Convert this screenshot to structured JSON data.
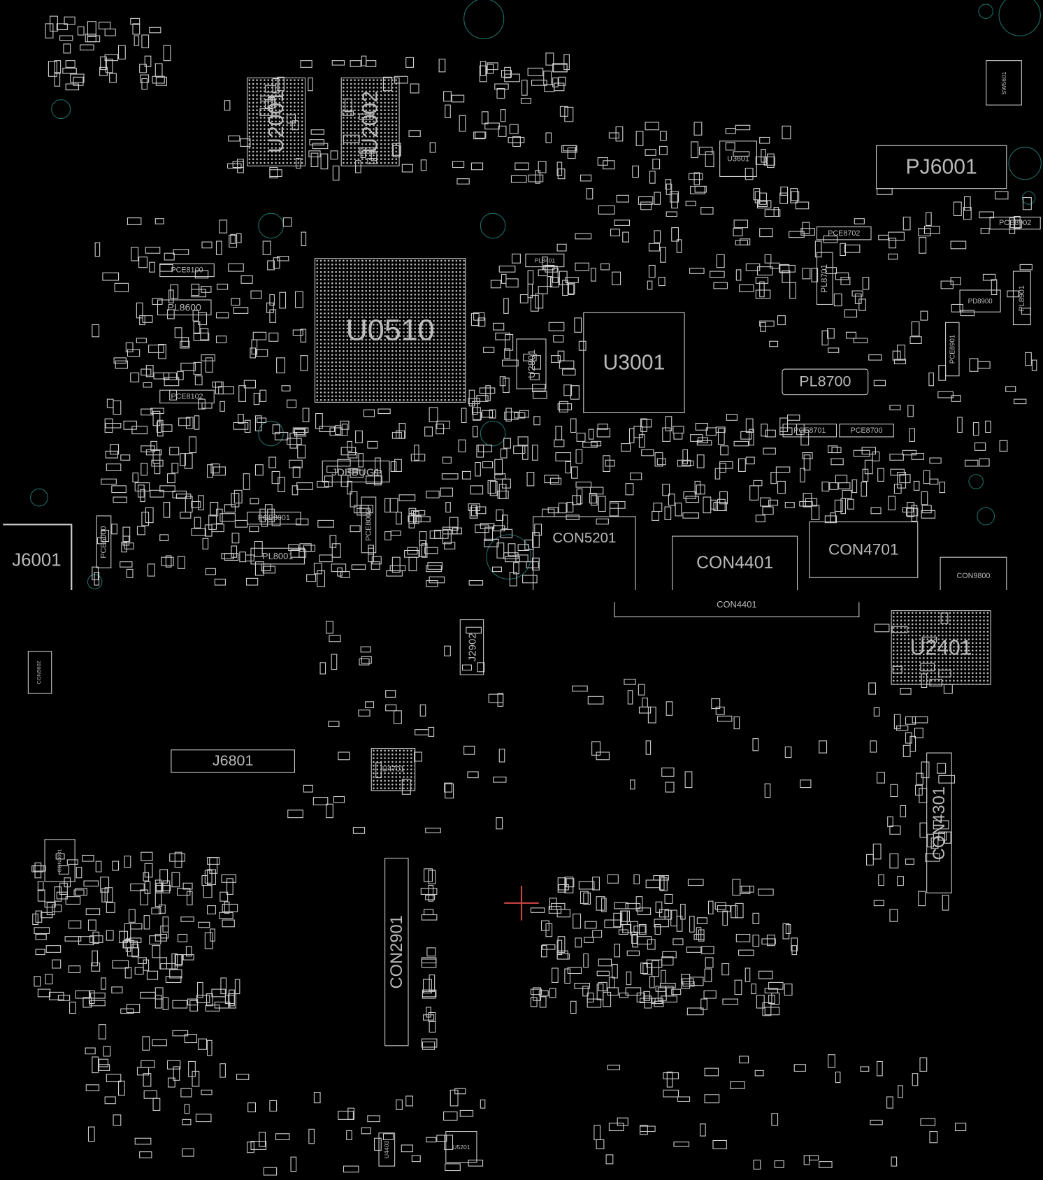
{
  "viewer": {
    "title": "Boardview"
  },
  "components": {
    "u2001": "U2001",
    "u2002": "U2002",
    "u0510": "U0510",
    "u3001": "U3001",
    "pj6001": "PJ6001",
    "pl8700": "PL8700",
    "u2801": "U2801",
    "jdebug1": "JDEBUG1",
    "con5201": "CON5201",
    "con4401": "CON4401",
    "con4701": "CON4701",
    "j6001": "J6001",
    "con4401b": "CON4401",
    "u2401": "U2401",
    "j2902": "J2902",
    "j6801": "J6801",
    "u4701": "U4701",
    "con4301": "CON4301",
    "con2901": "CON2901",
    "u3601": "U3601",
    "pl8600": "PL8600",
    "pl8701": "PL8701",
    "pce8702": "PCE8702",
    "pce8701": "PCE8701",
    "pce8700": "PCE8700",
    "pce8902": "PCE8902",
    "pl8901": "PL8901",
    "pd8900": "PD8900",
    "pce8901": "PCE8901",
    "pce6000": "PCE6000",
    "pce8001": "PCE8001",
    "pl8001": "PL8001",
    "pce8002": "PCE8002",
    "pce8100": "PCE8100",
    "pce8102": "PCE8102",
    "sw5601": "SW5601",
    "pl8401": "PL8401",
    "con5602": "CON5602",
    "con3001": "CON3001",
    "u4403": "U4403",
    "u5201": "U5201",
    "con9800": "CON9800"
  }
}
